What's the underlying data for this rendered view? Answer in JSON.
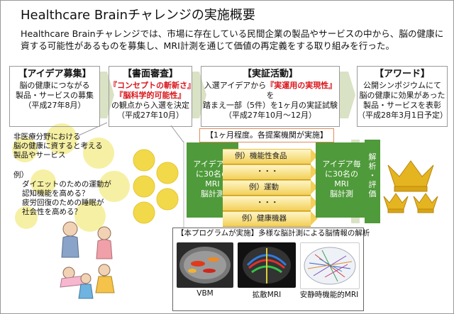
{
  "title": "Healthcare Brainチャレンジの実施概要",
  "intro": "Healthcare Brainチャレンジでは、市場に存在している民間企業の製品やサービスの中から、脳の健康に資する可能性があるものを募集し、MRI計測を通じて価値の再定義をする取り組みを行った。",
  "steps": [
    {
      "header": "【アイデア募集】",
      "lines": [
        "脳の健康につながる",
        "製品・サービスの募集",
        "（平成27年8月）"
      ]
    },
    {
      "header": "【書面審査】",
      "red1": "『コンセプトの斬新さ』",
      "red2": "『脳科学的可能性』",
      "lines": [
        "の観点から入選を決定",
        "（平成27年10月）"
      ]
    },
    {
      "header": "【実証活動】",
      "line1_pre": "入選アイデアから",
      "line1_red": "『実運用の実現性』",
      "line1_post": "を",
      "lines": [
        "踏まえ一部（5件）を1ヶ月の実証試験",
        "（平成27年10月～12月）"
      ]
    },
    {
      "header": "【アワード】",
      "lines": [
        "公開シンポジウムにて",
        "脳の健康に効果があった",
        "製品・サービスを表彰",
        "（平成28年3月1日予定）"
      ]
    }
  ],
  "left": {
    "intro_lines": [
      "非医療分野における",
      "脳の健康に資すると考える",
      "製品やサービス"
    ],
    "example_label": "例）",
    "example_lines": [
      "ダイエットのための運動が",
      "認知機能を高める？",
      "疲労回復のための睡眠が",
      "社会性を高める？"
    ]
  },
  "trial_note": "【1ヶ月程度。各提案機関が実施】",
  "green_left": [
    "アイデア毎",
    "に30名の",
    "MRI",
    "脳計測"
  ],
  "green_right": [
    "アイデア毎",
    "に30名の",
    "MRI",
    "脳計測"
  ],
  "items": [
    "例）機能性食品",
    "・・・",
    "例）運動",
    "・・・",
    "例）健康機器"
  ],
  "evaluation": [
    "解",
    "析",
    "・",
    "評",
    "価"
  ],
  "program": {
    "title": "【本プログラムが実施】多様な脳計測による脳情報の解析",
    "captions": [
      "VBM",
      "拡散MRI",
      "安静時機能的MRI"
    ]
  },
  "colors": {
    "red": "#d8151b",
    "green": "#4f9a3a",
    "gold": "#e5b521",
    "arrow": "#d9e2c4",
    "dot": "#f6f0a4"
  }
}
